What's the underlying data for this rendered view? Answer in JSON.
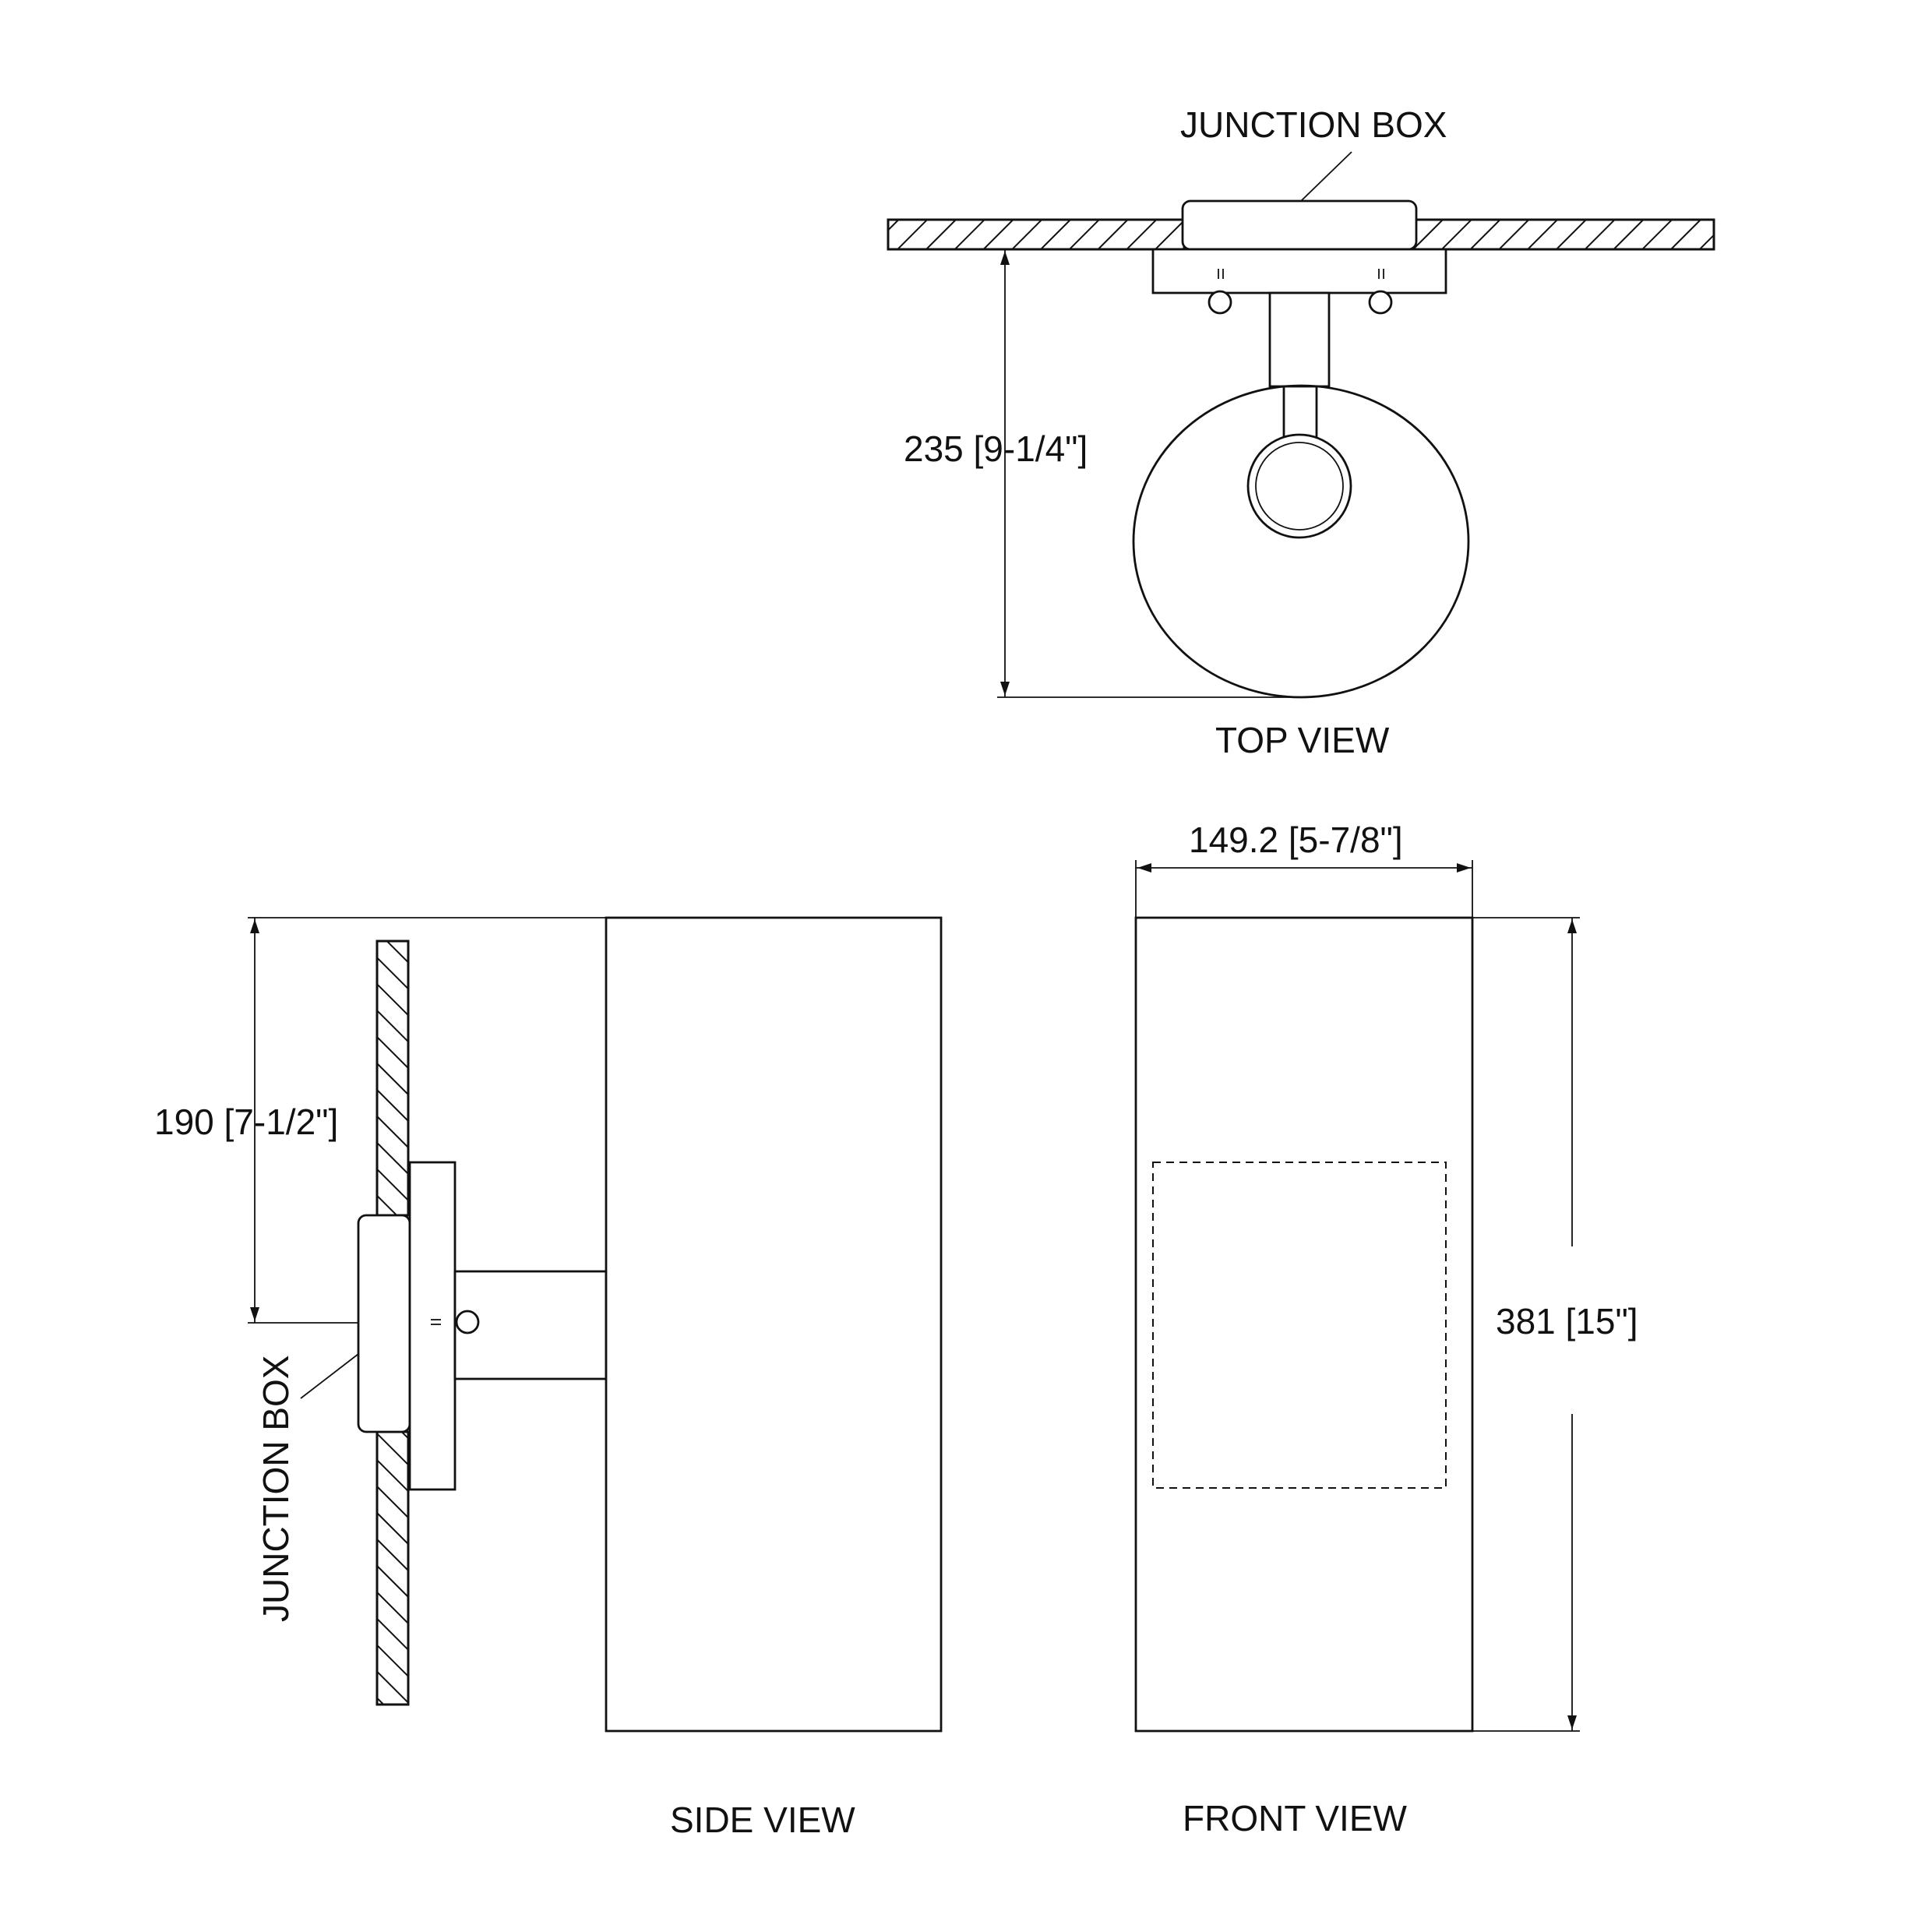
{
  "top_view": {
    "label": "TOP VIEW",
    "callout": "JUNCTION BOX",
    "depth_dimension": "235 [9-1/4\"]"
  },
  "side_view": {
    "label": "SIDE VIEW",
    "callout": "JUNCTION BOX",
    "mount_height_dimension": "190 [7-1/2\"]"
  },
  "front_view": {
    "label": "FRONT VIEW",
    "width_dimension": "149.2 [5-7/8\"]",
    "height_dimension": "381 [15\"]"
  },
  "colors": {
    "line": "#111111",
    "background": "#ffffff"
  }
}
